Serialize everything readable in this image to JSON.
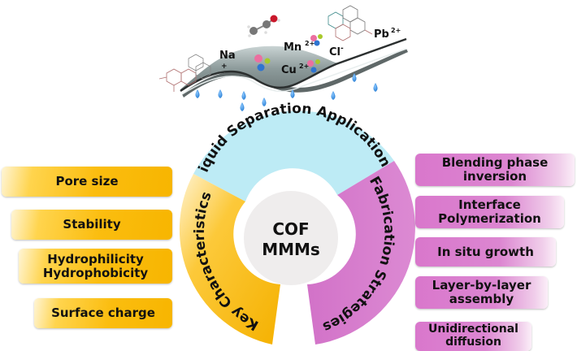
{
  "top_illustration": {
    "ions": {
      "na": "Na",
      "na_charge": "+",
      "mn": "Mn",
      "mn_charge": "2+",
      "cu": "Cu",
      "cu_charge": "2+",
      "cl": "Cl",
      "cl_charge": "-",
      "pb": "Pb",
      "pb_charge": "2+"
    },
    "membrane_color": "#8e9c9c",
    "water_drop_color": "#2f8fe0"
  },
  "wheel": {
    "center_label_line1": "COF",
    "center_label_line2": "MMMs",
    "segments": [
      {
        "label": "Liquid Separation Applications",
        "color": "#bdebf5"
      },
      {
        "label": "Key Characteristics",
        "color": "#fbbd0f"
      },
      {
        "label": "Fabrication Strategies",
        "color": "#d77fcf"
      }
    ],
    "center_color": "#efeded"
  },
  "key_characteristics": [
    "Pore size",
    "Stability",
    "Hydrophilicity\nHydrophobicity",
    "Surface charge"
  ],
  "fabrication_strategies": [
    "Blending phase\ninversion",
    "Interface\nPolymerization",
    "In situ growth",
    "Layer-by-layer\nassembly",
    "Unidirectional\ndiffusion"
  ]
}
